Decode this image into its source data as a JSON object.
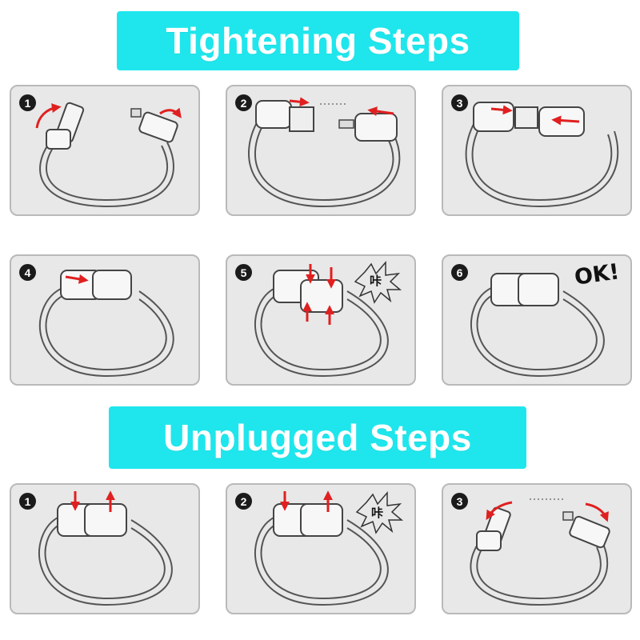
{
  "sections": {
    "tightening": {
      "title": "Tightening Steps",
      "steps": [
        {
          "number": "1"
        },
        {
          "number": "2"
        },
        {
          "number": "3"
        },
        {
          "number": "4"
        },
        {
          "number": "5",
          "sound": "咔"
        },
        {
          "number": "6",
          "exclaim": "OK!"
        }
      ]
    },
    "unplugged": {
      "title": "Unplugged Steps",
      "steps": [
        {
          "number": "1"
        },
        {
          "number": "2",
          "sound": "咔"
        },
        {
          "number": "3"
        }
      ]
    }
  },
  "colors": {
    "banner": "#1fe6ec",
    "panel_bg": "#e8e8e8",
    "panel_border": "#b9b9b9",
    "arrow": "#e02020",
    "badge": "#1b1b1b"
  }
}
